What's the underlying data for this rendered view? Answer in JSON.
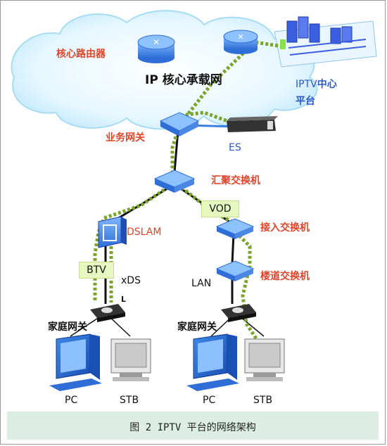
{
  "labels": {
    "core_router": "核心路由器",
    "ip_core": "IP 核心承载网",
    "iptv_center_line1_a": "IPTV",
    "iptv_center_line1_b": "中心",
    "iptv_center_line2": "平台",
    "service_gateway": "业务网关",
    "es": "ES",
    "agg_switch": "汇聚交换机",
    "vod": "VOD",
    "dslam": "DSLAM",
    "access_switch": "接入交换机",
    "btv": "BTV",
    "xds": "xDS",
    "lan": "LAN",
    "floor_switch": "楼道交换机",
    "l_mark": "L",
    "home_gw_left": "家庭网关",
    "home_gw_right": "家庭网关",
    "pc_left": "PC",
    "stb_left": "STB",
    "pc_right": "PC",
    "stb_right": "STB"
  },
  "caption": "图 2 IPTV 平台的网络架构",
  "colors": {
    "cloud": "#d6f1ff",
    "device_blue": "#3a7fe0",
    "dotted_green": "#7aa52a",
    "label_red": "#e0452a",
    "label_blue": "#2a58c8",
    "caption_bg": "#dceee3"
  }
}
